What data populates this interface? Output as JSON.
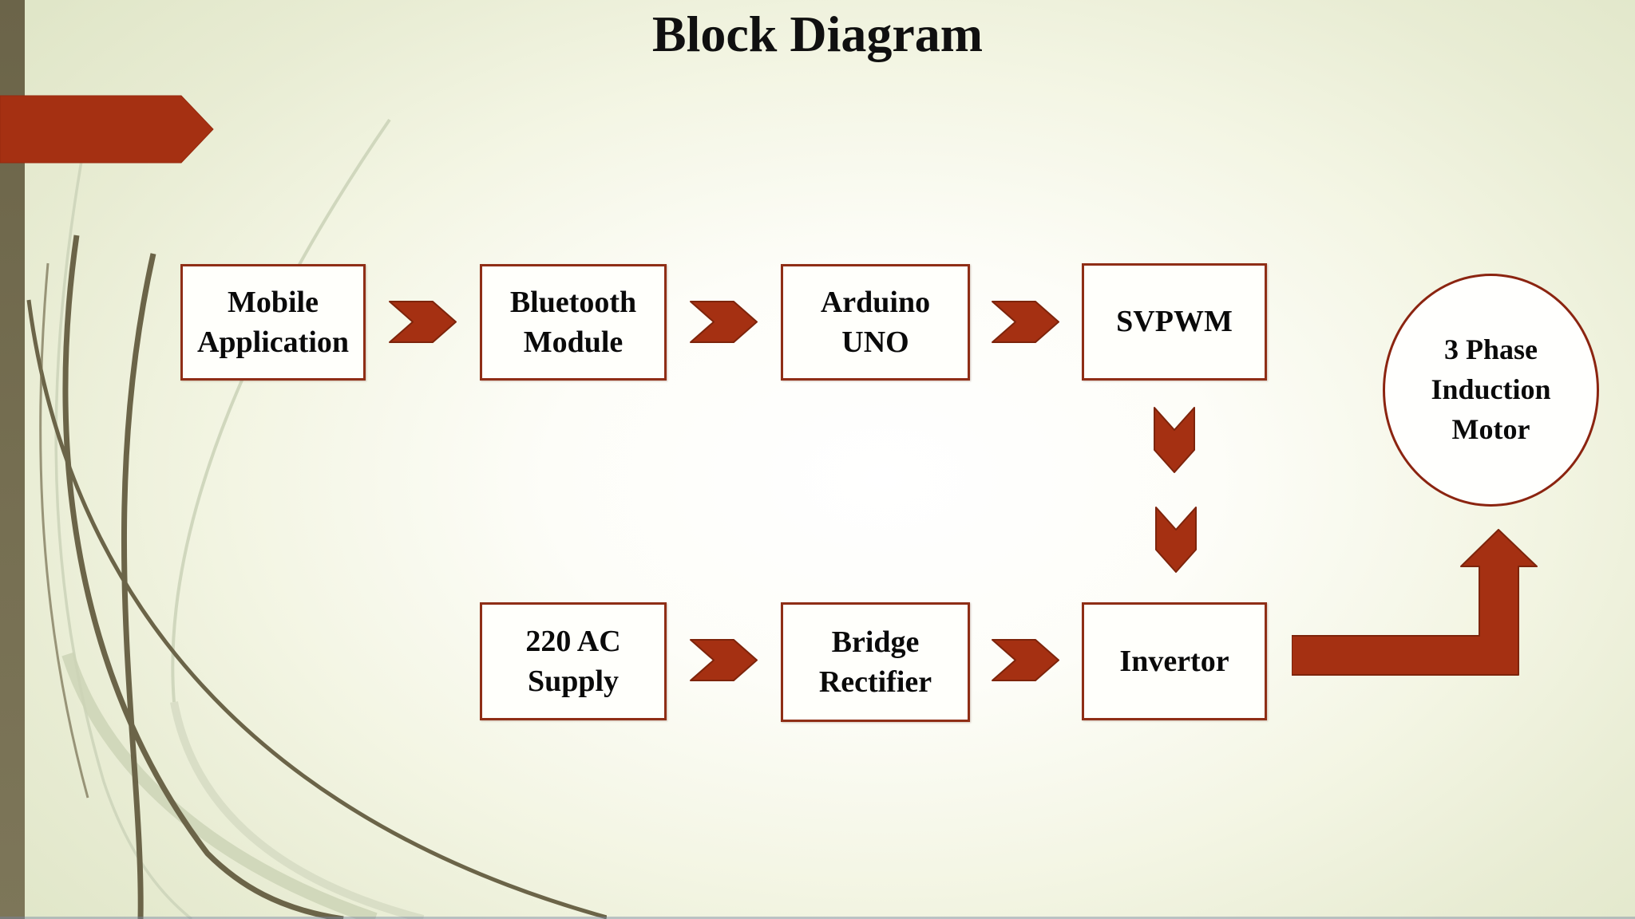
{
  "title": "Block Diagram",
  "nodes": [
    {
      "id": "mobile-application",
      "label": "Mobile\nApplication"
    },
    {
      "id": "bluetooth-module",
      "label": "Bluetooth\nModule"
    },
    {
      "id": "arduino-uno",
      "label": "Arduino\nUNO"
    },
    {
      "id": "svpwm",
      "label": "SVPWM"
    },
    {
      "id": "ac-supply",
      "label": "220 AC\nSupply"
    },
    {
      "id": "bridge-rectifier",
      "label": "Bridge\nRectifier"
    },
    {
      "id": "invertor",
      "label": "Invertor"
    }
  ],
  "motor": {
    "label": "3 Phase\nInduction\nMotor"
  },
  "connections": [
    "Mobile Application -> Bluetooth Module",
    "Bluetooth Module -> Arduino UNO",
    "Arduino UNO -> SVPWM",
    "SVPWM -> Invertor",
    "220 AC Supply -> Bridge Rectifier",
    "Bridge Rectifier -> Invertor",
    "Invertor -> 3 Phase Induction Motor"
  ],
  "colors": {
    "arrow_fill": "#a53012",
    "arrow_stroke": "#7d240b",
    "box_border": "#8f2e16",
    "box_fill": "#fffffb",
    "ellipse_border": "#8b2410",
    "background_center": "#ffffff",
    "background_edge": "#e0e6c8",
    "sidebar_olive": "#746d50",
    "grass_dark": "#6b6448",
    "grass_light": "#cfd6bb",
    "text": "#0a0a0a"
  }
}
